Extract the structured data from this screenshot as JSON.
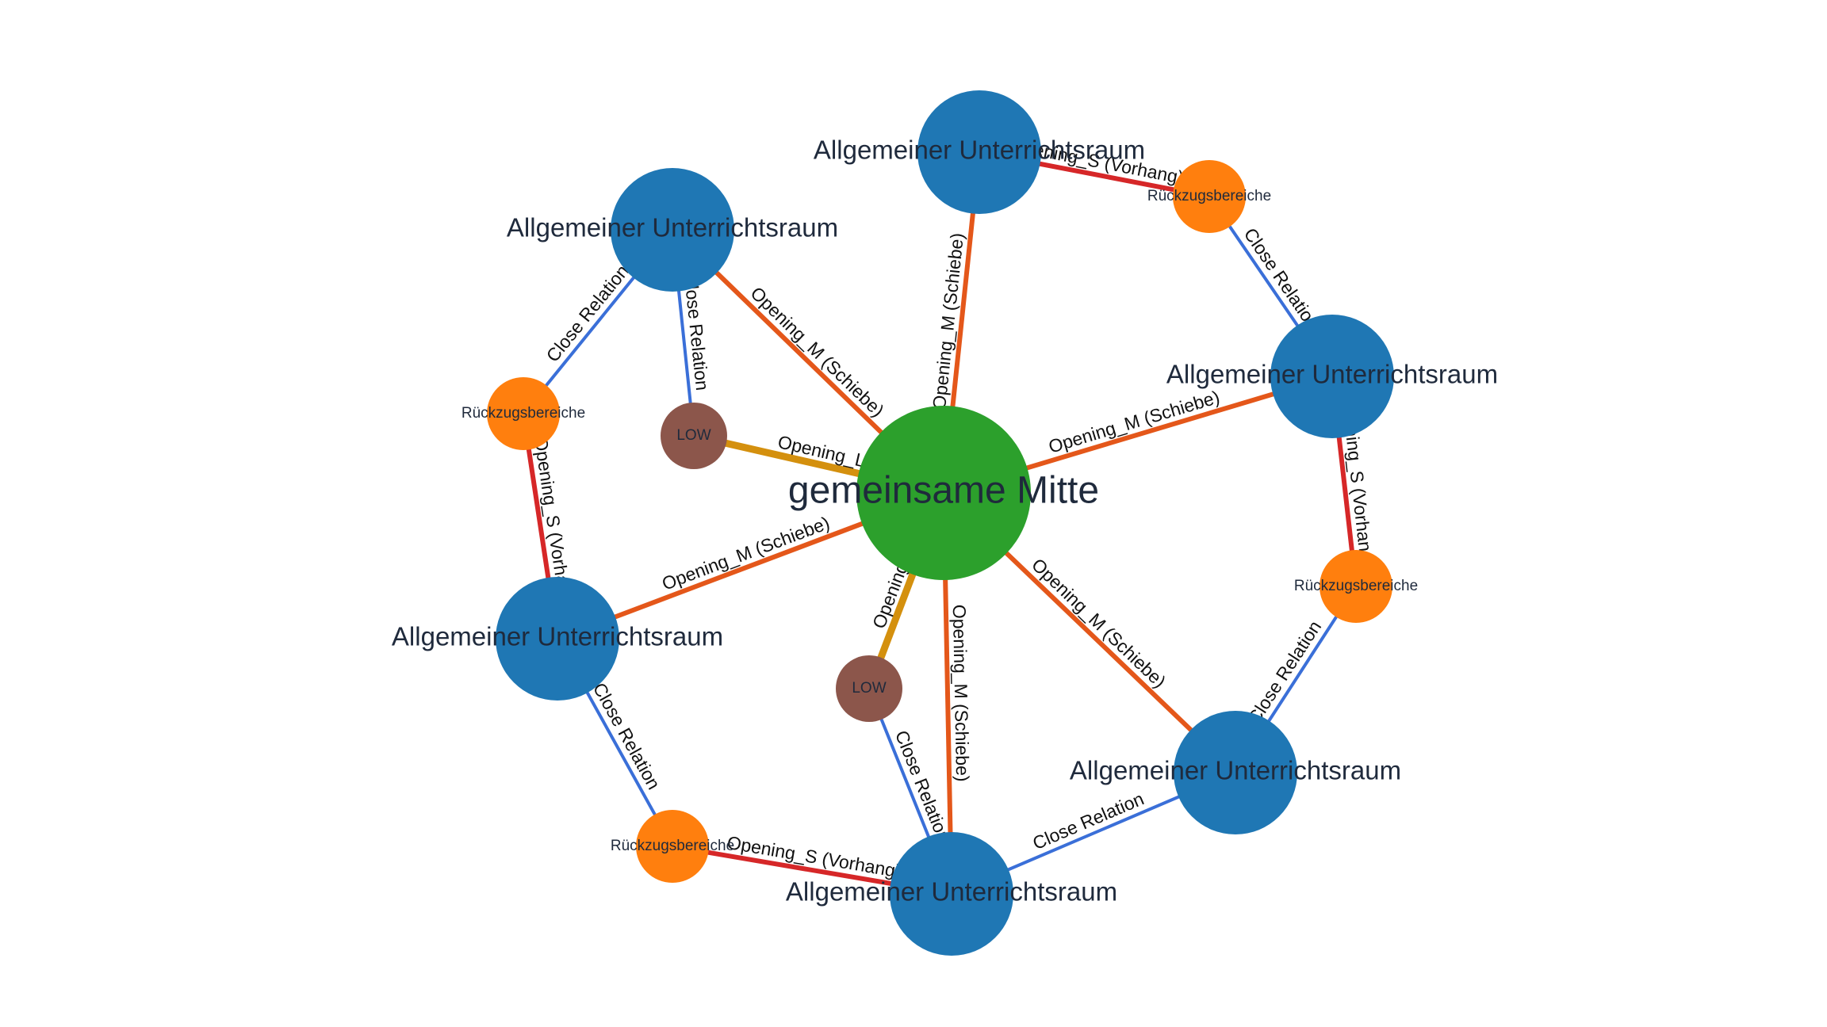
{
  "colors": {
    "room": "#1f77b4",
    "retreat": "#ff7f0e",
    "low": "#8c564b",
    "center": "#2ca02c",
    "opening_m": "#e4571a",
    "opening_l": "#d4900e",
    "opening_s": "#d62728",
    "close_relation": "#3a6fd8",
    "label": "#1f2a3c"
  },
  "nodes": [
    {
      "id": "center",
      "kind": "center",
      "label": "gemeinsame Mitte"
    },
    {
      "id": "room_top",
      "kind": "room",
      "label": "Allgemeiner Unterrichtsraum"
    },
    {
      "id": "room_upleft",
      "kind": "room",
      "label": "Allgemeiner Unterrichtsraum"
    },
    {
      "id": "room_right",
      "kind": "room",
      "label": "Allgemeiner Unterrichtsraum"
    },
    {
      "id": "room_left",
      "kind": "room",
      "label": "Allgemeiner Unterrichtsraum"
    },
    {
      "id": "room_lowright",
      "kind": "room",
      "label": "Allgemeiner Unterrichtsraum"
    },
    {
      "id": "room_bottom",
      "kind": "room",
      "label": "Allgemeiner Unterrichtsraum"
    },
    {
      "id": "retreat_top",
      "kind": "retreat",
      "label": "Rückzugsbereiche"
    },
    {
      "id": "retreat_left",
      "kind": "retreat",
      "label": "Rückzugsbereiche"
    },
    {
      "id": "retreat_right",
      "kind": "retreat",
      "label": "Rückzugsbereiche"
    },
    {
      "id": "retreat_bottom",
      "kind": "retreat",
      "label": "Rückzugsbereiche"
    },
    {
      "id": "low_upper",
      "kind": "low",
      "label": "LOW"
    },
    {
      "id": "low_lower",
      "kind": "low",
      "label": "LOW"
    }
  ],
  "edges": [
    {
      "source": "room_top",
      "target": "retreat_top",
      "type": "opening_s",
      "label": "Opening_S (Vorhang)"
    },
    {
      "source": "retreat_top",
      "target": "room_right",
      "type": "close_relation",
      "label": "Close Relation"
    },
    {
      "source": "room_top",
      "target": "center",
      "type": "opening_m",
      "label": "Opening_M (Schiebe)"
    },
    {
      "source": "room_upleft",
      "target": "center",
      "type": "opening_m",
      "label": "Opening_M (Schiebe)"
    },
    {
      "source": "room_upleft",
      "target": "retreat_left",
      "type": "close_relation",
      "label": "Close Relation"
    },
    {
      "source": "room_upleft",
      "target": "low_upper",
      "type": "close_relation",
      "label": "Close Relation"
    },
    {
      "source": "retreat_left",
      "target": "room_left",
      "type": "opening_s",
      "label": "Opening_S (Vorhang)"
    },
    {
      "source": "low_upper",
      "target": "center",
      "type": "opening_l",
      "label": "Opening_L"
    },
    {
      "source": "center",
      "target": "room_right",
      "type": "opening_m",
      "label": "Opening_M (Schiebe)"
    },
    {
      "source": "room_right",
      "target": "retreat_right",
      "type": "opening_s",
      "label": "Opening_S (Vorhang)"
    },
    {
      "source": "retreat_right",
      "target": "room_lowright",
      "type": "close_relation",
      "label": "Close Relation"
    },
    {
      "source": "room_left",
      "target": "center",
      "type": "opening_m",
      "label": "Opening_M (Schiebe)"
    },
    {
      "source": "room_left",
      "target": "retreat_bottom",
      "type": "close_relation",
      "label": "Close Relation"
    },
    {
      "source": "center",
      "target": "low_lower",
      "type": "opening_l",
      "label": "Opening_L"
    },
    {
      "source": "low_lower",
      "target": "room_bottom",
      "type": "close_relation",
      "label": "Close Relation"
    },
    {
      "source": "center",
      "target": "room_bottom",
      "type": "opening_m",
      "label": "Opening_M (Schiebe)"
    },
    {
      "source": "center",
      "target": "room_lowright",
      "type": "opening_m",
      "label": "Opening_M (Schiebe)"
    },
    {
      "source": "retreat_bottom",
      "target": "room_bottom",
      "type": "opening_s",
      "label": "Opening_S (Vorhang)"
    },
    {
      "source": "room_bottom",
      "target": "room_lowright",
      "type": "close_relation",
      "label": "Close Relation"
    }
  ]
}
